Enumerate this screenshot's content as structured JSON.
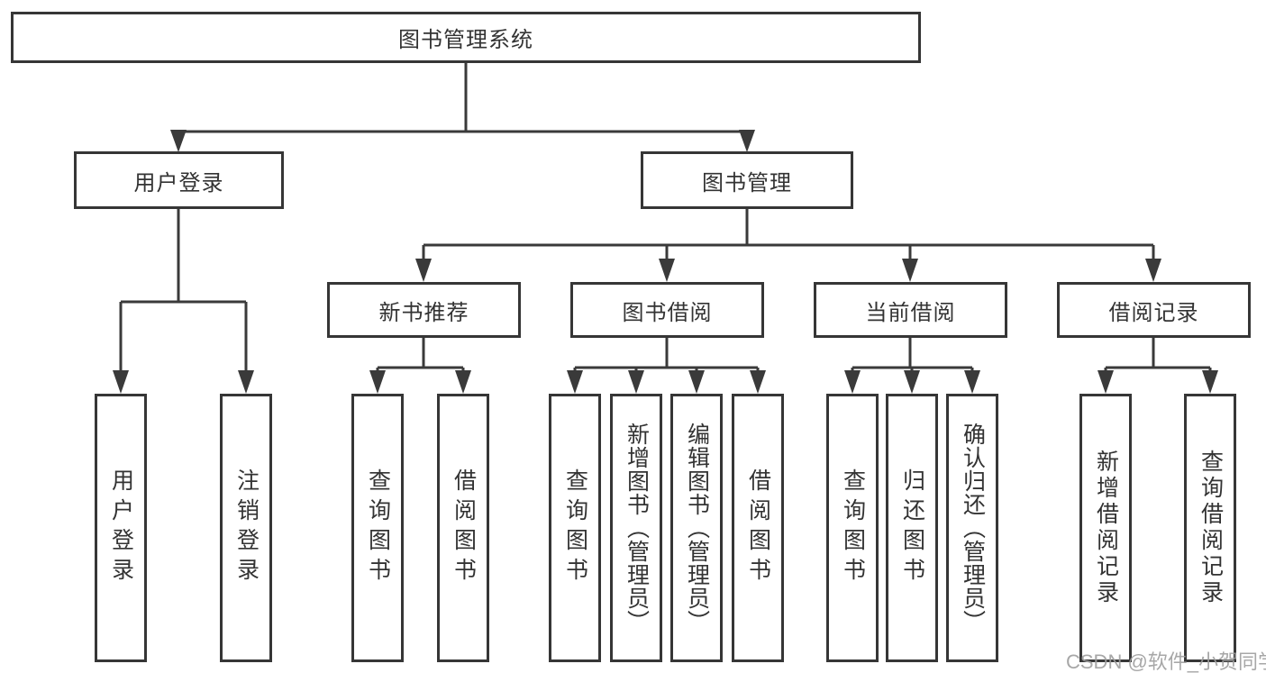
{
  "diagram": {
    "title": "图书管理系统",
    "user_branch": {
      "label": "用户登录",
      "leaves": [
        "用户登录",
        "注销登录"
      ]
    },
    "book_branch": {
      "label": "图书管理"
    },
    "groups": [
      {
        "label": "新书推荐",
        "leaves": [
          "查询图书",
          "借阅图书"
        ]
      },
      {
        "label": "图书借阅",
        "leaves": [
          "查询图书",
          "新增图书（管理员）",
          "编辑图书（管理员）",
          "借阅图书"
        ]
      },
      {
        "label": "当前借阅",
        "leaves": [
          "查询图书",
          "归还图书",
          "确认归还（管理员）"
        ]
      },
      {
        "label": "借阅记录",
        "leaves": [
          "新增借阅记录",
          "查询借阅记录"
        ]
      }
    ],
    "colors": {
      "line": "#3a3a3a",
      "text": "#333333",
      "box_bg": "#ffffff",
      "watermark": "#9e9e9e"
    }
  },
  "watermark": {
    "text": "CSDN @软件_小贺同学"
  }
}
